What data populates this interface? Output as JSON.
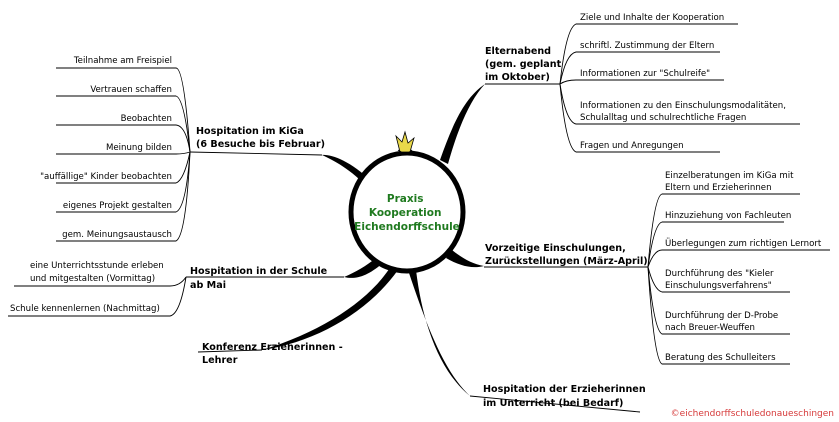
{
  "center": {
    "lines": [
      "Praxis",
      "Kooperation",
      "Eichendorffschule"
    ]
  },
  "branches": {
    "hospitation_kiga": {
      "lines": [
        "Hospitation im KiGa",
        "(6 Besuche bis Februar)"
      ],
      "leaves": [
        "Teilnahme am Freispiel",
        "Vertrauen schaffen",
        "Beobachten",
        "Meinung bilden",
        "\"auffällige\" Kinder beobachten",
        "eigenes Projekt gestalten",
        "gem. Meinungsaustausch"
      ]
    },
    "hospitation_schule": {
      "lines": [
        "Hospitation in der Schule",
        "ab Mai"
      ],
      "leaves": [
        [
          "eine Unterrichtsstunde erleben",
          "und mitgestalten (Vormittag)"
        ],
        [
          "Schule kennenlernen (Nachmittag)"
        ]
      ]
    },
    "konferenz": {
      "lines": [
        "Konferenz Erzieherinnen -",
        "Lehrer"
      ]
    },
    "elternabend": {
      "lines": [
        "Elternabend",
        "(gem. geplant",
        "im Oktober)"
      ],
      "leaves": [
        [
          "Ziele und Inhalte der Kooperation"
        ],
        [
          "schriftl. Zustimmung der Eltern"
        ],
        [
          "Informationen zur \"Schulreife\""
        ],
        [
          "Informationen zu den Einschulungsmodalitäten,",
          "Schulalltag und schulrechtliche Fragen"
        ],
        [
          "Fragen und Anregungen"
        ]
      ]
    },
    "einschulungen": {
      "lines": [
        "Vorzeitige Einschulungen,",
        "Zurückstellungen (März-April)"
      ],
      "leaves": [
        [
          "Einzelberatungen im KiGa mit",
          "Eltern und Erzieherinnen"
        ],
        [
          "Hinzuziehung von Fachleuten"
        ],
        [
          "Überlegungen zum richtigen Lernort"
        ],
        [
          "Durchführung des \"Kieler",
          "Einschulungsverfahrens\""
        ],
        [
          "Durchführung der D-Probe",
          "nach Breuer-Weuffen"
        ],
        [
          "Beratung des Schulleiters"
        ]
      ]
    },
    "hospitation_erzieherinnen": {
      "lines": [
        "Hospitation der Erzieherinnen",
        "im Unterricht (bei Bedarf)"
      ]
    }
  },
  "copyright": "©eichendorffschuledonaueschingen"
}
